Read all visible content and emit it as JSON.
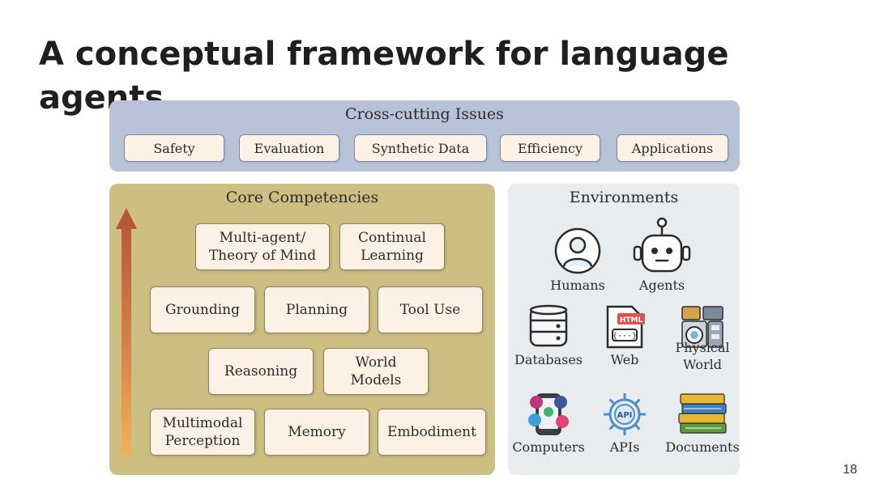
{
  "slide": {
    "title": "A conceptual framework for language agents",
    "page_number": "18"
  },
  "cross_cutting": {
    "title": "Cross-cutting Issues",
    "items": [
      "Safety",
      "Evaluation",
      "Synthetic Data",
      "Efficiency",
      "Applications"
    ]
  },
  "core": {
    "title": "Core Competencies",
    "rows": [
      [
        "Multi-agent/\nTheory of Mind",
        "Continual\nLearning"
      ],
      [
        "Grounding",
        "Planning",
        "Tool Use"
      ],
      [
        "Reasoning",
        "World\nModels"
      ],
      [
        "Multimodal\nPerception",
        "Memory",
        "Embodiment"
      ]
    ]
  },
  "environments": {
    "title": "Environments",
    "items": [
      {
        "label": "Humans",
        "icon": "person-icon"
      },
      {
        "label": "Agents",
        "icon": "robot-icon"
      },
      {
        "label": "Databases",
        "icon": "database-icon"
      },
      {
        "label": "Web",
        "icon": "html-page-icon",
        "badge": "HTML",
        "code": "{···}"
      },
      {
        "label": "Physical\nWorld",
        "icon": "appliances-icon"
      },
      {
        "label": "Computers",
        "icon": "smartphone-apps-icon"
      },
      {
        "label": "APIs",
        "icon": "api-gear-icon",
        "badge": "API"
      },
      {
        "label": "Documents",
        "icon": "books-icon"
      }
    ]
  },
  "colors": {
    "cross_panel": "#b8c3d8",
    "core_panel": "#cdbf82",
    "env_panel": "#e8ecef",
    "card_fill": "#fdf0e4",
    "arrow": "#c46a3f"
  }
}
